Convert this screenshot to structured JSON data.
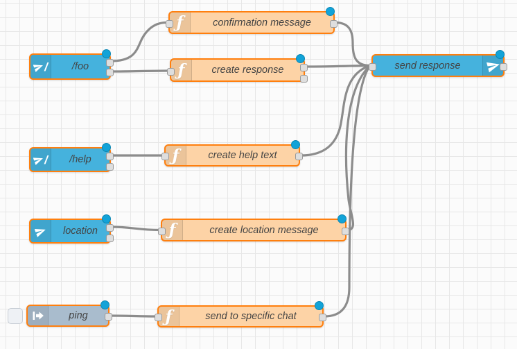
{
  "app": {
    "name": "flow editor canvas"
  },
  "colors": {
    "canvas_bg": "#fbfbfb",
    "grid_line": "#e7e7e7",
    "selection_border": "#ff7f0e",
    "telegram_node": "#45b2dd",
    "function_node": "#fdd3a6",
    "inject_node": "#a9bccd",
    "wire": "#8c8c8c",
    "modified_dot": "#12a3d8",
    "port_fill": "#dedede",
    "label_color": "#444444"
  },
  "icons": {
    "function_glyph": "ƒ",
    "command_slash": "/"
  },
  "nodes": {
    "foo": {
      "label": "/foo",
      "type": "telegram-command-receiver",
      "outputs": 2,
      "modified": true
    },
    "confirmation": {
      "label": "confirmation message",
      "type": "function",
      "outputs": 1,
      "modified": true
    },
    "create_response": {
      "label": "create response",
      "type": "function",
      "outputs": 2,
      "modified": true
    },
    "send_response": {
      "label": "send response",
      "type": "telegram-sender",
      "outputs": 1,
      "modified": true
    },
    "help": {
      "label": "/help",
      "type": "telegram-command-receiver",
      "outputs": 2,
      "modified": true
    },
    "create_help": {
      "label": "create help text",
      "type": "function",
      "outputs": 1,
      "modified": true
    },
    "location": {
      "label": "location",
      "type": "telegram-event-receiver",
      "outputs": 2,
      "modified": true
    },
    "create_location": {
      "label": "create location message",
      "type": "function",
      "outputs": 1,
      "modified": true
    },
    "ping": {
      "label": "ping",
      "type": "inject",
      "outputs": 1,
      "modified": true
    },
    "send_chat": {
      "label": "send to specific chat",
      "type": "function",
      "outputs": 1,
      "modified": true
    }
  },
  "wires": [
    {
      "from": "/foo (output 1)",
      "to": "confirmation message"
    },
    {
      "from": "/foo (output 2)",
      "to": "create response"
    },
    {
      "from": "confirmation message",
      "to": "send response"
    },
    {
      "from": "create response (output 1)",
      "to": "send response"
    },
    {
      "from": "/help (output 1)",
      "to": "create help text"
    },
    {
      "from": "create help text",
      "to": "send response"
    },
    {
      "from": "location (output 1)",
      "to": "create location message"
    },
    {
      "from": "create location message",
      "to": "send response"
    },
    {
      "from": "ping",
      "to": "send to specific chat"
    },
    {
      "from": "send to specific chat",
      "to": "send response"
    }
  ]
}
